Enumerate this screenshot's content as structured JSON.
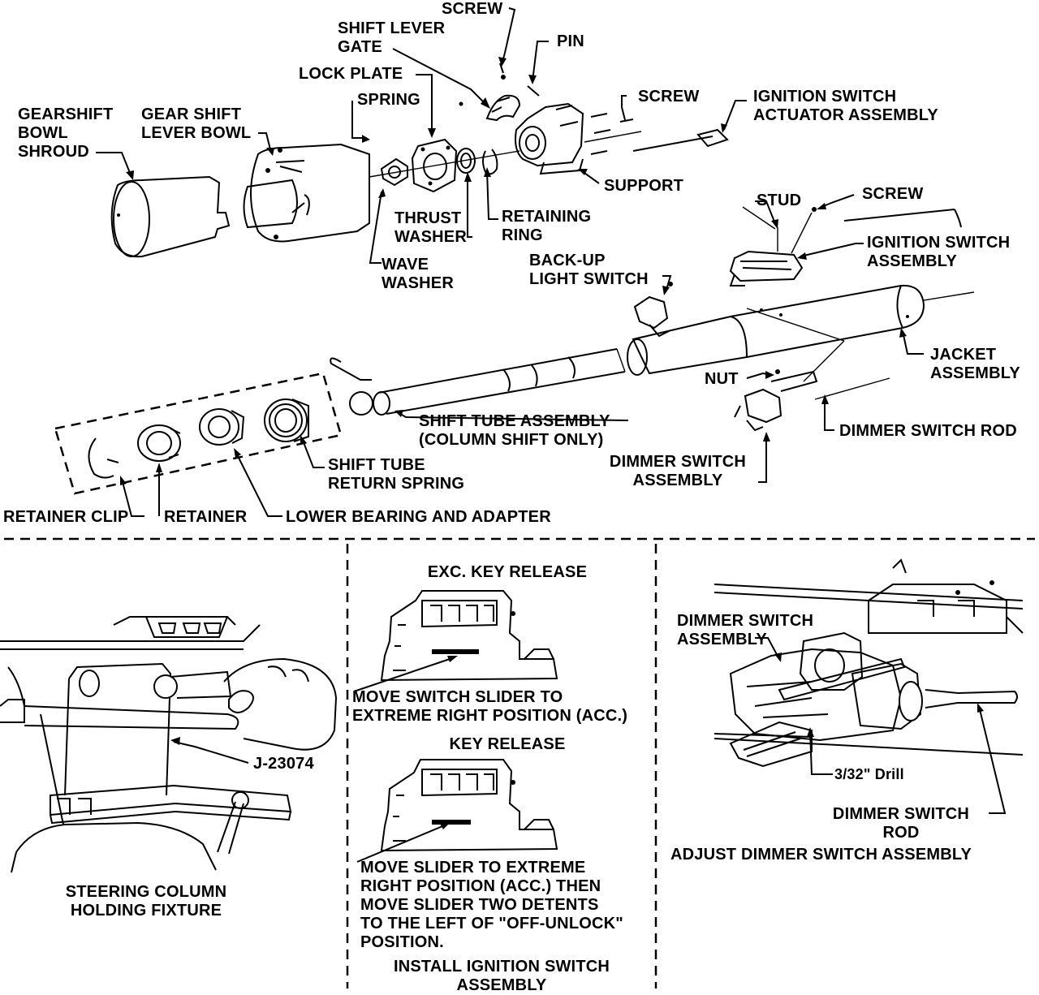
{
  "colors": {
    "ink": "#000000",
    "paper": "#ffffff"
  },
  "exploded_view": {
    "labels": {
      "screw_top": "SCREW",
      "shift_lever_gate": "SHIFT LEVER\nGATE",
      "pin": "PIN",
      "lock_plate": "LOCK PLATE",
      "spring": "SPRING",
      "screw_right": "SCREW",
      "ignition_switch_actuator": "IGNITION SWITCH\nACTUATOR ASSEMBLY",
      "gearshift_bowl_shroud": "GEARSHIFT\nBOWL\nSHROUD",
      "gear_shift_lever_bowl": "GEAR SHIFT\nLEVER BOWL",
      "support": "SUPPORT",
      "stud": "STUD",
      "screw_switch": "SCREW",
      "thrust_washer": "THRUST\nWASHER",
      "retaining_ring": "RETAINING\nRING",
      "ignition_switch_assembly": "IGNITION SWITCH\nASSEMBLY",
      "wave_washer": "WAVE\nWASHER",
      "back_up_light_switch": "BACK-UP\nLIGHT SWITCH",
      "jacket_assembly": "JACKET\nASSEMBLY",
      "nut": "NUT",
      "shift_tube_assembly": "SHIFT TUBE ASSEMBLY\n(COLUMN SHIFT ONLY)",
      "dimmer_switch_rod": "DIMMER SWITCH ROD",
      "shift_tube_return_spring": "SHIFT TUBE\nRETURN SPRING",
      "dimmer_switch_assembly": "DIMMER SWITCH\nASSEMBLY",
      "retainer_clip": "RETAINER CLIP",
      "retainer": "RETAINER",
      "lower_bearing": "LOWER BEARING AND ADAPTER"
    }
  },
  "fixture_panel": {
    "tool_label": "J-23074",
    "caption": "STEERING COLUMN\nHOLDING FIXTURE"
  },
  "switch_panel": {
    "exc_title": "EXC. KEY RELEASE",
    "exc_instruction": "MOVE SWITCH SLIDER TO\nEXTREME RIGHT POSITION (ACC.)",
    "key_title": "KEY RELEASE",
    "key_instruction": "MOVE SLIDER TO EXTREME\nRIGHT POSITION (ACC.) THEN\nMOVE SLIDER TWO DETENTS\nTO THE LEFT OF \"OFF-UNLOCK\"\nPOSITION.",
    "caption": "INSTALL IGNITION SWITCH\nASSEMBLY"
  },
  "dimmer_panel": {
    "assembly_label": "DIMMER SWITCH\nASSEMBLY",
    "drill_label": "3/32\" Drill",
    "rod_label": "DIMMER SWITCH\nROD",
    "caption": "ADJUST DIMMER SWITCH ASSEMBLY"
  }
}
